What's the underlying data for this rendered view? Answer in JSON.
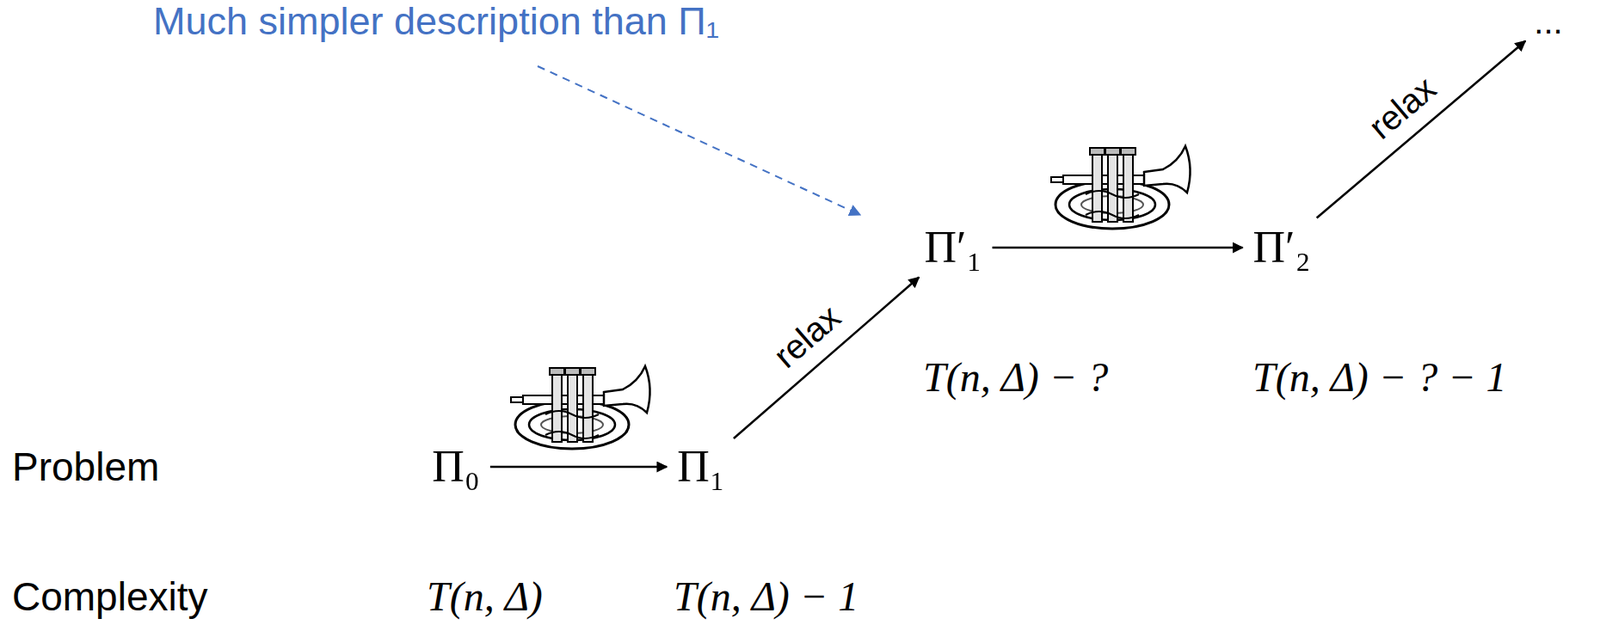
{
  "diagram": {
    "nodes": [
      {
        "text": [
          "Π₀"
        ]
      },
      {
        "text": [
          "Π₁"
        ]
      },
      {
        "text": [
          "Π′₁"
        ]
      },
      {
        "text": [
          "Π′₂"
        ]
      },
      {
        "text": [
          "..."
        ]
      }
    ],
    "edges": [
      {
        "from": 0,
        "to": 1,
        "arrow": "to"
      },
      {
        "from": 1,
        "to": 2,
        "label": "relax",
        "arrow": "to"
      },
      {
        "from": 2,
        "to": 3,
        "arrow": "to"
      },
      {
        "from": 3,
        "to": 4,
        "label": "relax",
        "arrow": "to"
      }
    ],
    "labels": [
      "Much simpler description than Π₁",
      "Problem",
      "Complexity",
      "T(n, Δ)",
      "T(n, Δ) − 1",
      "T(n, Δ) − ?",
      "T(n, Δ) − ? − 1"
    ]
  }
}
